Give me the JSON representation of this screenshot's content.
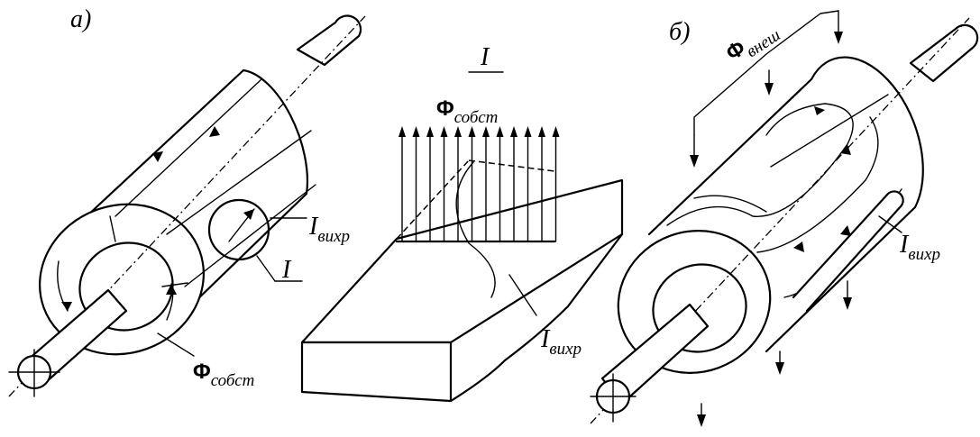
{
  "panels": {
    "a": {
      "tag": "a)"
    },
    "detail": {
      "tag": "I"
    },
    "b": {
      "tag": "б)"
    }
  },
  "labels": {
    "phi_symbol": "Φ",
    "phi_own_sub": "собст",
    "phi_ext_sub": "внеш",
    "i_symbol": "I",
    "i_eddy_sub": "вихр",
    "detail_ref": "I"
  }
}
